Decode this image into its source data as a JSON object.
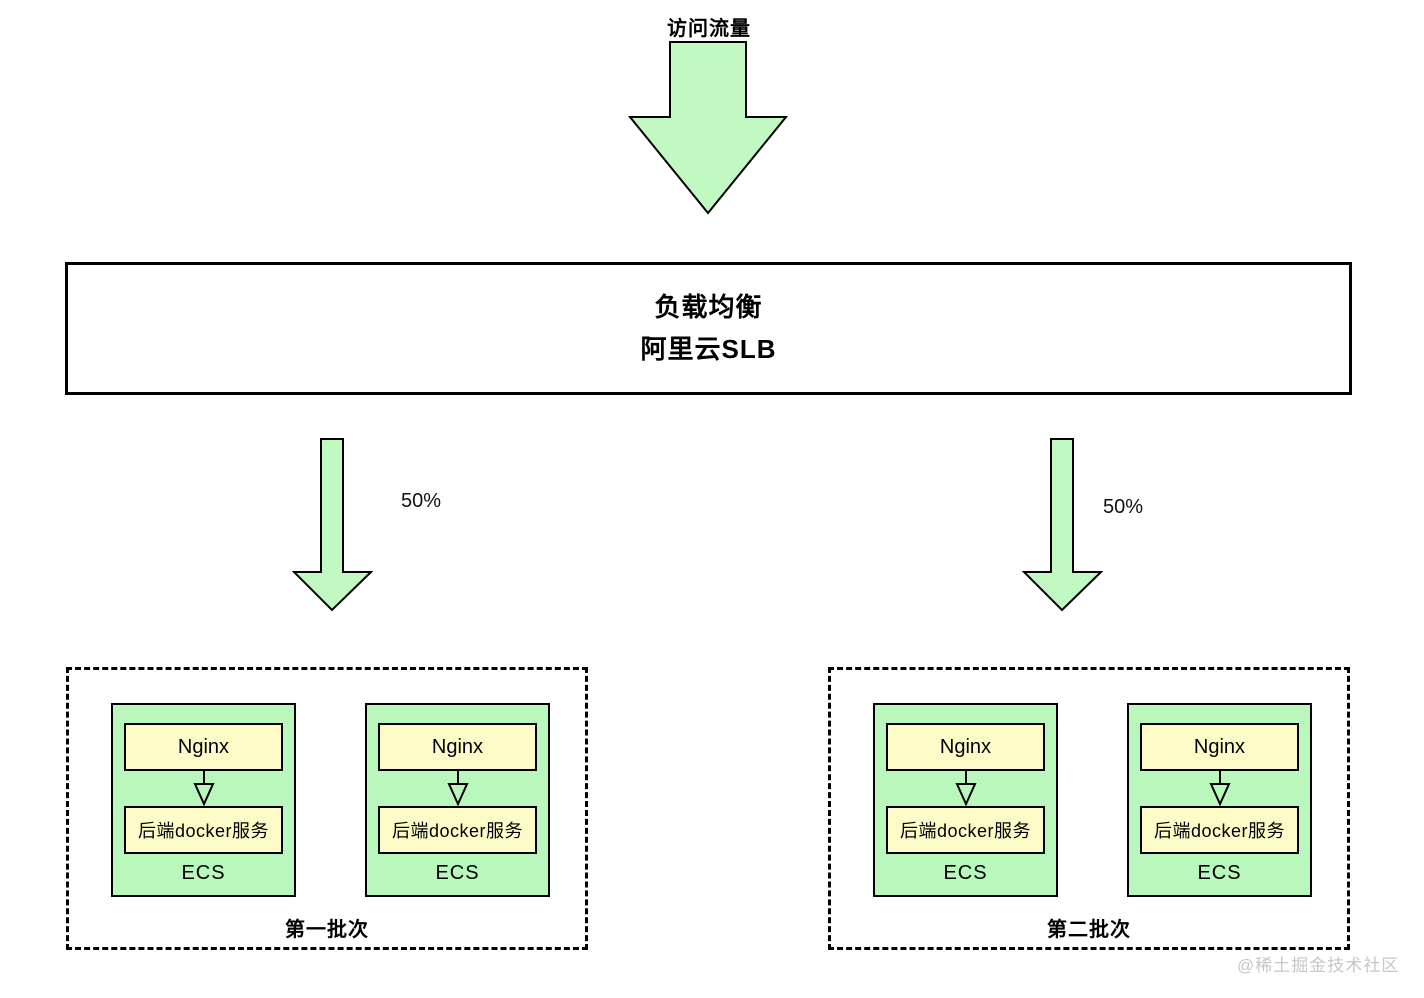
{
  "traffic": {
    "label": "访问流量"
  },
  "load_balancer": {
    "title": "负载均衡",
    "subtitle": "阿里云SLB"
  },
  "splits": [
    {
      "percent": "50%"
    },
    {
      "percent": "50%"
    }
  ],
  "groups": [
    {
      "batch_label": "第一批次",
      "servers": [
        {
          "nginx": "Nginx",
          "backend": "后端docker服务",
          "host": "ECS"
        },
        {
          "nginx": "Nginx",
          "backend": "后端docker服务",
          "host": "ECS"
        }
      ]
    },
    {
      "batch_label": "第二批次",
      "servers": [
        {
          "nginx": "Nginx",
          "backend": "后端docker服务",
          "host": "ECS"
        },
        {
          "nginx": "Nginx",
          "backend": "后端docker服务",
          "host": "ECS"
        }
      ]
    }
  ],
  "watermark": "@稀土掘金技术社区",
  "icons": {
    "traffic_arrow": "big-down-arrow",
    "split_arrow_left": "down-arrow",
    "split_arrow_right": "down-arrow",
    "unit_arrow": "hollow-down-arrow"
  },
  "colors": {
    "arrow_green": "#c2f9c3",
    "box_green": "#b9f7bd",
    "box_yellow": "#fdfcc8",
    "border_black": "#000000",
    "watermark_gray": "#c7c7c7"
  }
}
